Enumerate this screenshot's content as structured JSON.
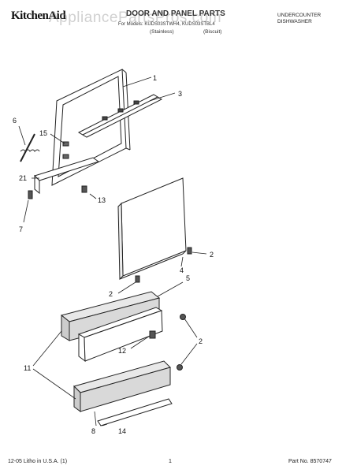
{
  "header": {
    "brand": "KitchenAid",
    "page_title": "DOOR AND PANEL PARTS",
    "model_line": "For Models: KUDS03STWH4, KUDS03STBL4",
    "variant_white": "(Stainless)",
    "variant_black": "(Biscuit)",
    "category_line1": "UNDERCOUNTER",
    "category_line2": "DISHWASHER",
    "watermark": "AppliancePartsPros.com"
  },
  "callouts": {
    "c1": "1",
    "c3": "3",
    "c6": "6",
    "c15": "15",
    "c21": "21",
    "c13": "13",
    "c7": "7",
    "c2a": "2",
    "c4": "4",
    "c5": "5",
    "c2b": "2",
    "c2c": "2",
    "c12": "12",
    "c11": "11",
    "c8": "8",
    "c14": "14"
  },
  "footer": {
    "litho": "12-05 Litho in U.S.A. (1)",
    "page": "1",
    "part_no": "Part No. 8570747"
  }
}
